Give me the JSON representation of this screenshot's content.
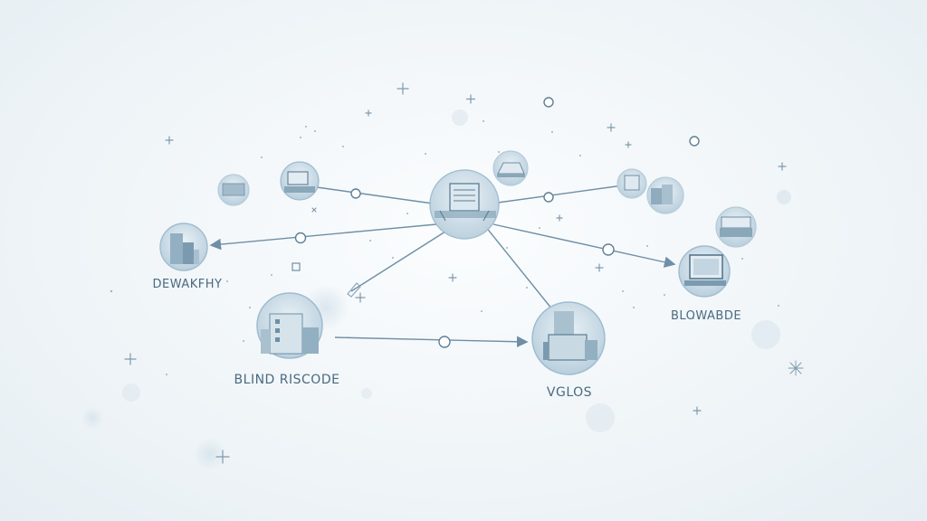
{
  "labels": {
    "dewakfhy": "DEWAKFHY",
    "blind_riscode": "BLIND RISCODE",
    "vglos": "VGLOS",
    "blowabde": "BLOWABDE"
  },
  "colors": {
    "line": "#6f8fa6",
    "node_fill": "#c9dbe6",
    "node_stroke": "#9fbcd0",
    "icon": "#7a98ad",
    "icon_dark": "#5b7d94",
    "label": "#4a6a80",
    "sparkle": "#8fa9bb"
  }
}
